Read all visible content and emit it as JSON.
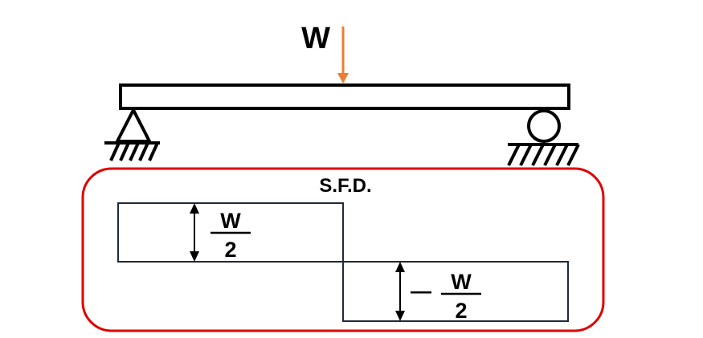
{
  "load": {
    "label": "W",
    "arrow_color": "#ED7D31"
  },
  "sfd": {
    "title": "S.F.D.",
    "frame_color": "#E00000",
    "line_color": "#1F2A3A",
    "positive": {
      "numerator": "W",
      "denominator": "2"
    },
    "negative": {
      "sign": "—",
      "numerator": "W",
      "denominator": "2"
    }
  }
}
